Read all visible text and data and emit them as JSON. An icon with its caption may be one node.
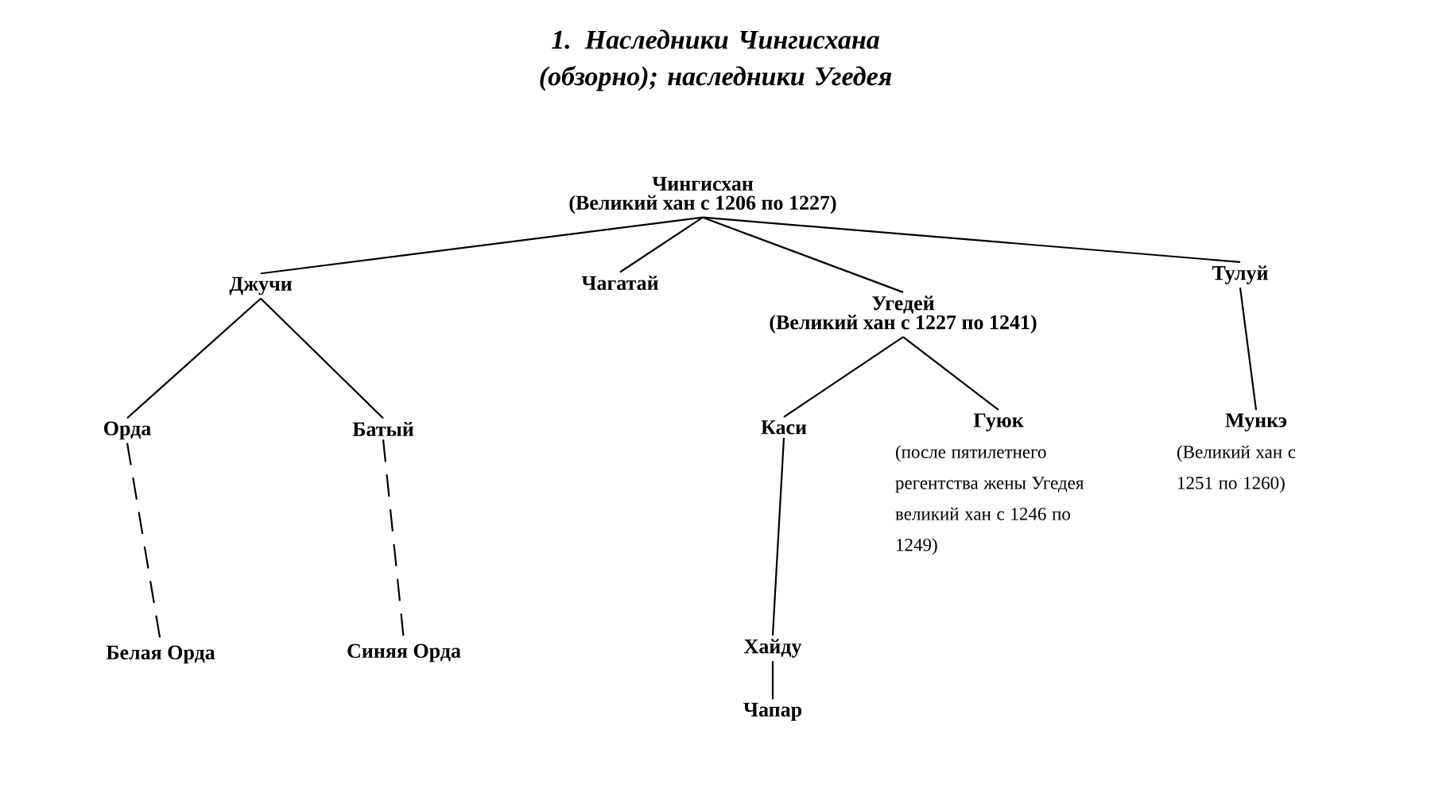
{
  "diagram": {
    "title": "1. Наследники Чингисхана (обзорно); наследники Угедея",
    "nodes": [
      {
        "text": [
          "Чингисхан",
          "(Великий хан с 1206 по 1227)"
        ]
      },
      {
        "text": [
          "Джучи"
        ]
      },
      {
        "text": [
          "Чагатай"
        ]
      },
      {
        "text": [
          "Угедей",
          "(Великий хан с 1227 по 1241)"
        ]
      },
      {
        "text": [
          "Тулуй"
        ]
      },
      {
        "text": [
          "Орда"
        ]
      },
      {
        "text": [
          "Батый"
        ]
      },
      {
        "text": [
          "Каси"
        ]
      },
      {
        "text": [
          "Гуюк",
          "(после пятилетнего регентства жены Угедея великий хан с 1246 по 1249)"
        ]
      },
      {
        "text": [
          "Мункэ",
          "(Великий хан с 1251 по 1260)"
        ]
      },
      {
        "text": [
          "Белая Орда"
        ]
      },
      {
        "text": [
          "Синяя Орда"
        ]
      },
      {
        "text": [
          "Хайду"
        ]
      },
      {
        "text": [
          "Чапар"
        ]
      }
    ],
    "edges": [
      {
        "from": 0,
        "to": 1,
        "arrow": "none"
      },
      {
        "from": 0,
        "to": 2,
        "arrow": "none"
      },
      {
        "from": 0,
        "to": 3,
        "arrow": "none"
      },
      {
        "from": 0,
        "to": 4,
        "arrow": "none"
      },
      {
        "from": 1,
        "to": 5,
        "arrow": "none"
      },
      {
        "from": 1,
        "to": 6,
        "arrow": "none"
      },
      {
        "from": 3,
        "to": 7,
        "arrow": "none"
      },
      {
        "from": 3,
        "to": 8,
        "arrow": "none"
      },
      {
        "from": 4,
        "to": 9,
        "arrow": "none"
      },
      {
        "from": 5,
        "to": 10,
        "arrow": "none",
        "style": "dashed"
      },
      {
        "from": 6,
        "to": 11,
        "arrow": "none",
        "style": "dashed"
      },
      {
        "from": 7,
        "to": 12,
        "arrow": "none"
      },
      {
        "from": 12,
        "to": 13,
        "arrow": "none"
      }
    ]
  }
}
